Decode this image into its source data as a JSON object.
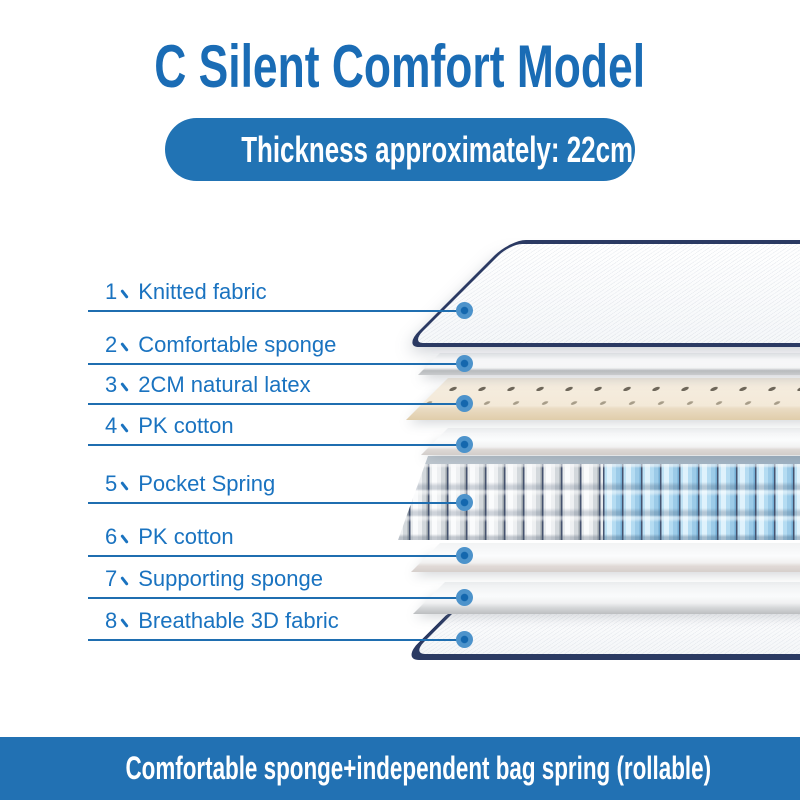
{
  "header": {
    "title": "C Silent Comfort Model"
  },
  "badge": {
    "text": "Thickness approximately: 22cm"
  },
  "list_separator": "、",
  "layers": [
    {
      "num": "1",
      "label": "Knitted fabric"
    },
    {
      "num": "2",
      "label": "Comfortable sponge"
    },
    {
      "num": "3",
      "label": "2CM natural latex"
    },
    {
      "num": "4",
      "label": "PK cotton"
    },
    {
      "num": "5",
      "label": "Pocket Spring"
    },
    {
      "num": "6",
      "label": "PK cotton"
    },
    {
      "num": "7",
      "label": "Supporting sponge"
    },
    {
      "num": "8",
      "label": "Breathable 3D fabric"
    }
  ],
  "footer": {
    "text": "Comfortable sponge+independent bag spring (rollable)"
  },
  "colors": {
    "accent": "#1a6cb5",
    "label": "#1a73c0",
    "line": "#1f6eb0",
    "navy": "#2b3a63",
    "banner": "#2271b3",
    "badge": "#2173b4",
    "dot-outer": "#4d93cb",
    "dot-inner": "#1467ae",
    "spring_blue": "#a9d9f2",
    "latex_cream": "#f3e9d8"
  }
}
